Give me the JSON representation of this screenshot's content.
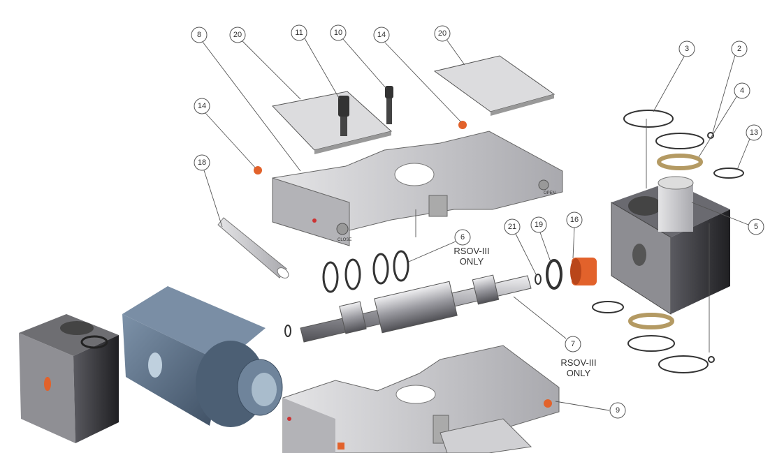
{
  "callouts": [
    "8",
    "20",
    "11",
    "10",
    "14",
    "20",
    "3",
    "2",
    "4",
    "13",
    "14",
    "18",
    "5",
    "6",
    "21",
    "19",
    "16",
    "7",
    "9"
  ],
  "notes": {
    "rsov_6": [
      "RSOV-III",
      "ONLY"
    ],
    "rsov_7": [
      "RSOV-III",
      "ONLY"
    ]
  },
  "engravings": {
    "close": "CLOSE",
    "open": "OPEN"
  },
  "colors": {
    "steel": "#c9c9cc",
    "blue_body": "#5b6f86",
    "dark_block": "#3a3a3e",
    "seal_orange": "#e2622b",
    "bronze": "#d8c49a"
  }
}
